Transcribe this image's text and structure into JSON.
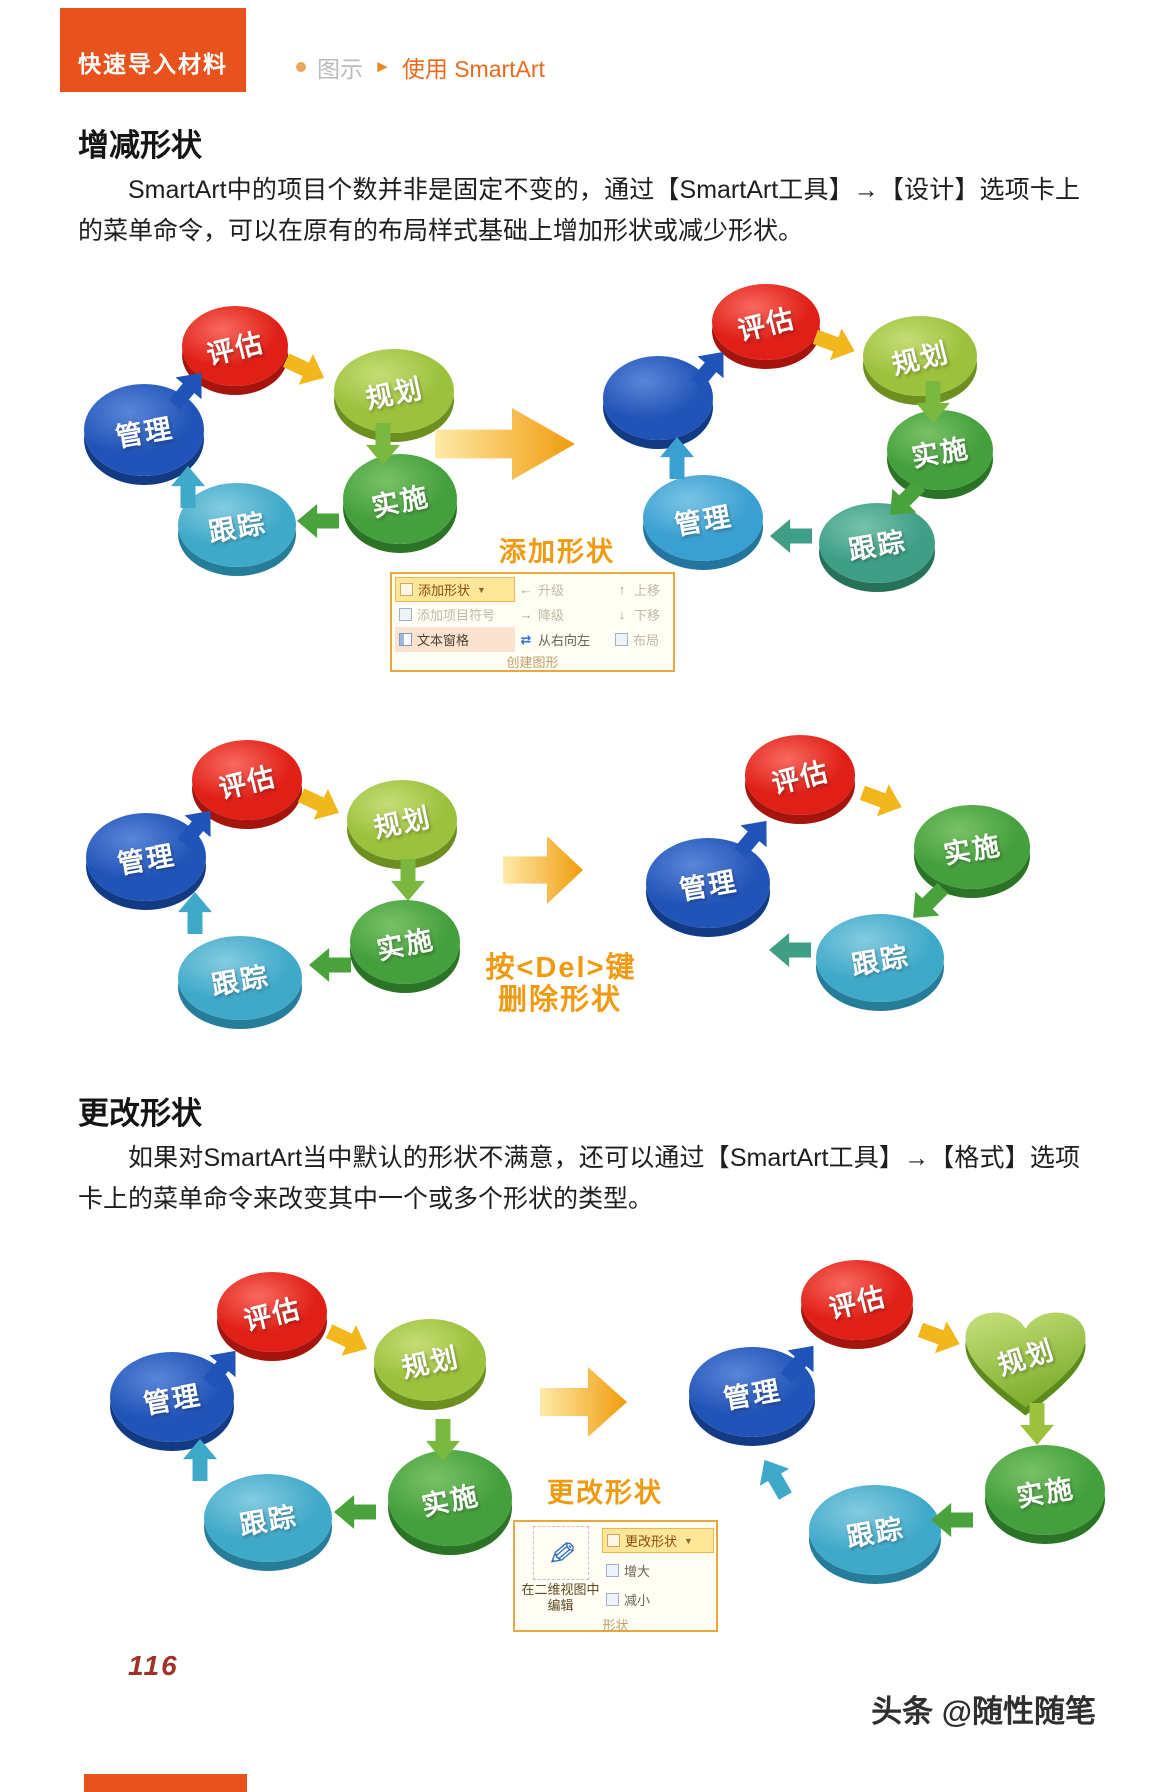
{
  "header": {
    "badge": "快速导入材料",
    "crumb_section": "图示",
    "crumb_title": "使用 SmartArt"
  },
  "section1": {
    "heading": "增减形状",
    "paragraph": "SmartArt中的项目个数并非是固定不变的，通过【SmartArt工具】→【设计】选项卡上的菜单命令，可以在原有的布局样式基础上增加形状或减少形状。"
  },
  "section2": {
    "heading": "更改形状",
    "paragraph": "如果对SmartArt当中默认的形状不满意，还可以通过【SmartArt工具】→【格式】选项卡上的菜单命令来改变其中一个或多个形状的类型。"
  },
  "labels": {
    "evaluate": "评估",
    "plan": "规划",
    "implement": "实施",
    "track": "跟踪",
    "manage": "管理"
  },
  "figure1": {
    "caption": "添加形状",
    "toolbar": {
      "add_shape": "添加形状",
      "add_bullet": "添加项目符号",
      "text_pane": "文本窗格",
      "promote": "升级",
      "demote": "降级",
      "right_to_left": "从右向左",
      "move_up": "上移",
      "move_down": "下移",
      "layout": "布局",
      "group": "创建图形"
    }
  },
  "figure2": {
    "caption_line1": "按<Del>键",
    "caption_line2": "删除形状"
  },
  "figure3": {
    "caption": "更改形状",
    "toolbar": {
      "change_shape": "更改形状",
      "larger": "增大",
      "smaller": "减小",
      "edit_line1": "在二维视图中",
      "edit_line2": "编辑",
      "group": "形状"
    }
  },
  "footer": {
    "page_number": "116",
    "watermark": "头条 @随性随笔"
  },
  "colors": {
    "accent_orange": "#e8521c",
    "caption_orange": "#f09a10",
    "node_red": "#e02017",
    "node_yellow_green": "#9cc13c",
    "node_green": "#44a03c",
    "node_teal": "#3fa9c9",
    "node_blue": "#2154b8",
    "node_cyan": "#3a9fd1",
    "node_sea_green": "#3f9e86",
    "toolbar_border": "#e9a73f",
    "toolbar_highlight": "#ffe79a"
  }
}
